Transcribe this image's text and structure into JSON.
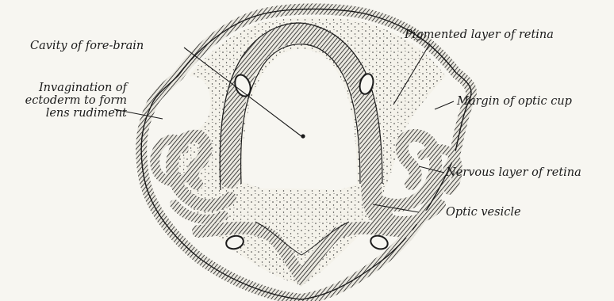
{
  "figure": {
    "background": "#f7f6f1",
    "ink": "#1b1b1b",
    "stipple": "#3a3a3a",
    "labels": {
      "cavity_fore_brain": "Cavity of fore-brain",
      "invagination_line1": "Invagination of",
      "invagination_line2": "ectoderm to form",
      "invagination_line3": "lens rudiment",
      "pigmented_layer": "Pigmented layer of retina",
      "margin_optic_cup": "Margin of optic cup",
      "nervous_layer": "Nervous layer of retina",
      "optic_vesicle": "Optic vesicle"
    }
  }
}
